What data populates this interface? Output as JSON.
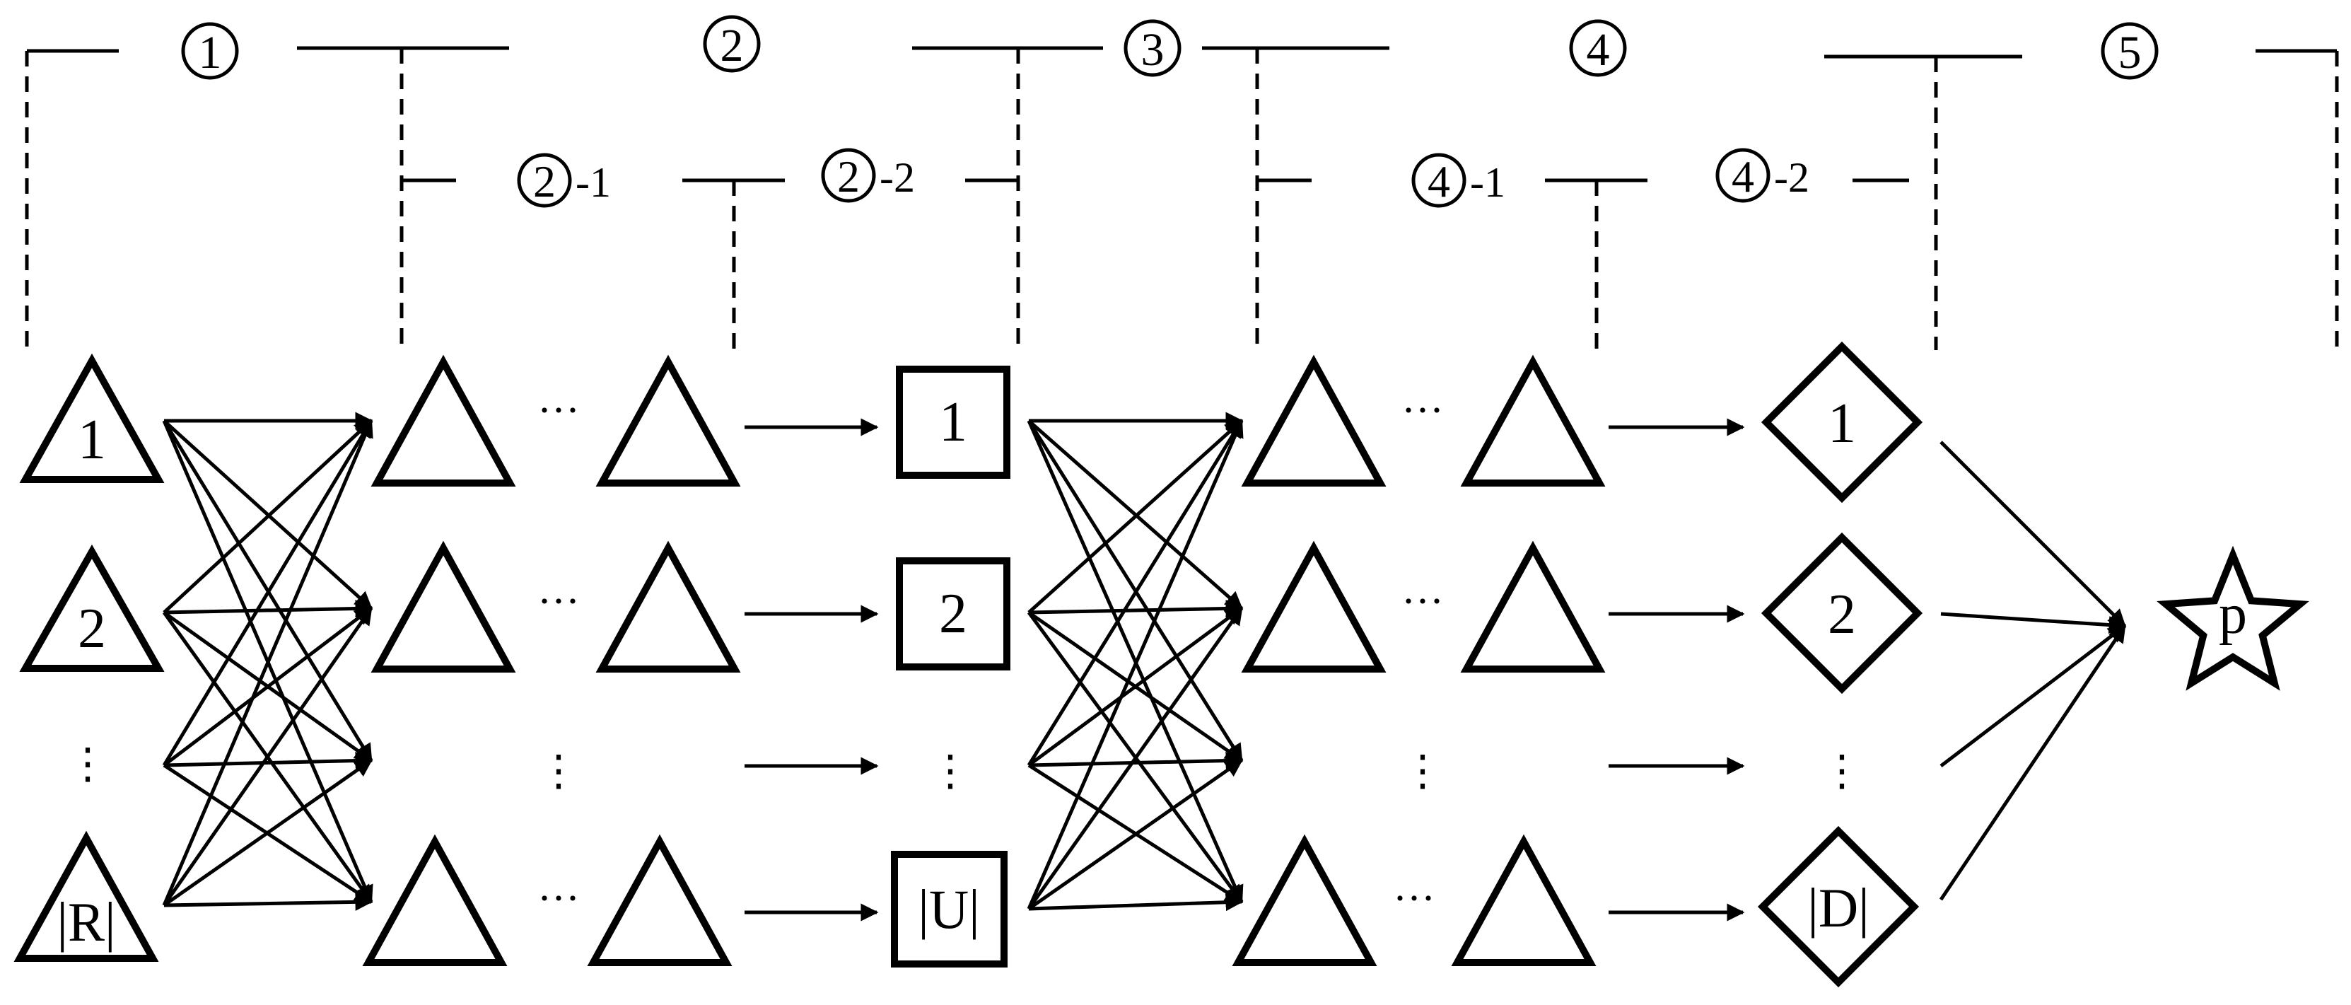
{
  "stage_labels": [
    "1",
    "2",
    "3",
    "4",
    "5"
  ],
  "sub_stage_labels": [
    {
      "circle": "2",
      "suffix": "-1"
    },
    {
      "circle": "2",
      "suffix": "-2"
    },
    {
      "circle": "4",
      "suffix": "-1"
    },
    {
      "circle": "4",
      "suffix": "-2"
    }
  ],
  "input_nodes": [
    "1",
    "2",
    "|R|"
  ],
  "u_nodes": [
    "1",
    "2",
    "|U|"
  ],
  "d_nodes": [
    "1",
    "2",
    "|D|"
  ],
  "output_node": "p",
  "ellipsis_horizontal": "···",
  "colors": {
    "stroke": "#000000",
    "background": "#ffffff"
  },
  "icons": {
    "input": "triangle",
    "hidden": "triangle",
    "user": "square",
    "doc": "diamond",
    "output": "star"
  }
}
